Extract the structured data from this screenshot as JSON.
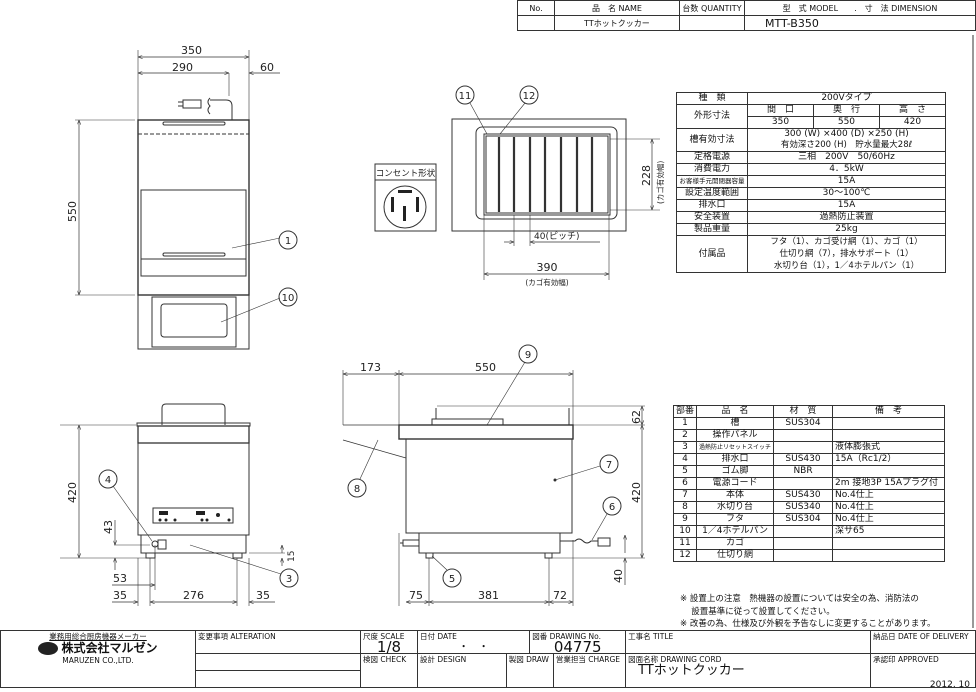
{
  "header": {
    "no_label": "No.",
    "name_label": "品　名 NAME",
    "quantity_label": "台数 QUANTITY",
    "model_label": "型　式 MODEL　　.　寸　法 DIMENSION",
    "name": "TTホットクッカー",
    "model": "MTT-B350"
  },
  "views": {
    "front": {
      "dim_width": "350",
      "dim_inner": "290",
      "dim_cord": "60",
      "dim_depth": "550",
      "balloons": [
        "1",
        "10"
      ]
    },
    "rear": {
      "dim_height": "420",
      "dim_drain": "43",
      "dim_foot": "15",
      "dim_53": "53",
      "dim_left": "35",
      "dim_mid": "276",
      "dim_right": "35",
      "balloons": [
        "4",
        "3"
      ]
    },
    "side": {
      "dim_drainboard": "173",
      "dim_depth": "550",
      "dim_lid": "62",
      "dim_height": "420",
      "dim_foot": "40",
      "dim_left": "75",
      "dim_mid": "381",
      "dim_right": "72",
      "balloons": [
        "9",
        "8",
        "7",
        "6",
        "5"
      ]
    },
    "top": {
      "dim_basket_depth": "228",
      "basket_depth_note": "(カゴ有効幅)",
      "pitch": "40(ピッチ)",
      "dim_basket_width": "390",
      "basket_width_note": "(カゴ有効幅)",
      "balloons": [
        "11",
        "12"
      ]
    },
    "outlet_label": "コンセント形状"
  },
  "spec": {
    "type_label": "種　類",
    "type_value": "200Vタイプ",
    "outer_label": "外形寸法",
    "w_label": "間　口",
    "d_label": "奥　行",
    "h_label": "高　さ",
    "w": "350",
    "d": "550",
    "h": "420",
    "tank_label": "槽有効寸法",
    "tank_value1": "300 (W) ×400 (D) ×250 (H)",
    "tank_value2": "有効深さ200 (H)　貯水量最大28ℓ",
    "power_label": "定格電源",
    "power_value": "三相　200V　50/60Hz",
    "consumption_label": "消費電力",
    "consumption_value": "4．5kW",
    "breaker_label": "お客様手元開閉器容量",
    "breaker_value": "15A",
    "temp_label": "設定温度範囲",
    "temp_value": "30～100℃",
    "drain_label": "排水口",
    "drain_value": "15A",
    "safety_label": "安全装置",
    "safety_value": "過熱防止装置",
    "weight_label": "製品重量",
    "weight_value": "25kg",
    "acc_label": "付属品",
    "acc_1": "フタ（1）、カゴ受け網（1）、カゴ（1）",
    "acc_2": "仕切り網（7），排水サポート（1）",
    "acc_3": "水切り台（1），1／4ホテルパン（1）"
  },
  "parts": {
    "headers": [
      "部番",
      "品　名",
      "材　質",
      "備　考"
    ],
    "rows": [
      [
        "1",
        "槽",
        "SUS304",
        ""
      ],
      [
        "2",
        "操作パネル",
        "",
        ""
      ],
      [
        "3",
        "過熱防止リセットスイッチ",
        "",
        "液体膨張式"
      ],
      [
        "4",
        "排水口",
        "SUS430",
        "15A（Rc1/2）"
      ],
      [
        "5",
        "ゴム脚",
        "NBR",
        ""
      ],
      [
        "6",
        "電源コード",
        "",
        "2m 接地3P 15Aプラグ付"
      ],
      [
        "7",
        "本体",
        "SUS430",
        "No.4仕上"
      ],
      [
        "8",
        "水切り台",
        "SUS340",
        "No.4仕上"
      ],
      [
        "9",
        "フタ",
        "SUS304",
        "No.4仕上"
      ],
      [
        "10",
        "1／4ホテルパン",
        "",
        "深サ65"
      ],
      [
        "11",
        "カゴ",
        "",
        ""
      ],
      [
        "12",
        "仕切り網",
        "",
        ""
      ]
    ]
  },
  "notes": [
    "※ 設置上の注意　熱機器の設置については安全の為、消防法の",
    "　 設置基準に従って設置してください。",
    "※ 改善の為、仕様及び外観を予告なしに変更することがあります。"
  ],
  "title_block": {
    "maker_tagline": "業務用総合厨房機器メーカー",
    "company": "株式会社マルゼン",
    "company_en": "MARUZEN CO.,LTD.",
    "alteration_label": "変更事項 ALTERATION",
    "scale_label": "尺度 SCALE",
    "scale": "1/8",
    "date_label": "日付 DATE",
    "date": "・　・",
    "drawing_no_label": "図番 DRAWING No.",
    "drawing_no": "04775",
    "title_label": "工事名 TITLE",
    "delivery_label": "納品日 DATE OF DELIVERY",
    "check_label": "検図 CHECK",
    "design_label": "設計 DESIGN",
    "draw_label": "製図 DRAW",
    "charge_label": "営業担当 CHARGE",
    "cord_label": "図面名称 DRAWING CORD",
    "cord": "TTホットクッカー",
    "approved_label": "承認印 APPROVED",
    "year": "2012. 10"
  }
}
